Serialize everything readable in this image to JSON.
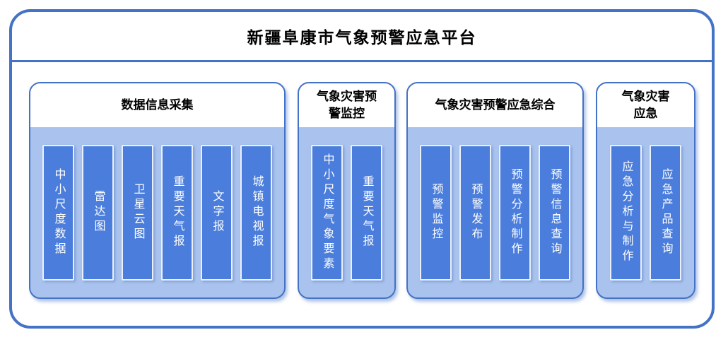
{
  "title": "新疆阜康市气象预警应急平台",
  "groups": [
    {
      "header": "数据信息采集",
      "items": [
        "中小尺度数据",
        "雷达图",
        "卫星云图",
        "重要天气报",
        "文字报",
        "城镇电视报"
      ]
    },
    {
      "header": "气象灾害预\n警监控",
      "items": [
        "中小尺度气象要素",
        "重要天气报"
      ]
    },
    {
      "header": "气象灾害预警应急综合",
      "items": [
        "预警监控",
        "预警发布",
        "预警分析制作",
        "预警信息查询"
      ]
    },
    {
      "header": "气象灾害\n应急",
      "items": [
        "应急分析与制作",
        "应急产品查询"
      ]
    }
  ],
  "colors": {
    "frame_border": "#4472c4",
    "panel_border": "#4472c4",
    "panel_header_bg": "#ffffff",
    "panel_body_bg": "#a9c3ee",
    "item_bg": "#4b7edc",
    "item_border": "#eaf0fc",
    "item_text": "#ffffff",
    "title_text": "#000000"
  }
}
